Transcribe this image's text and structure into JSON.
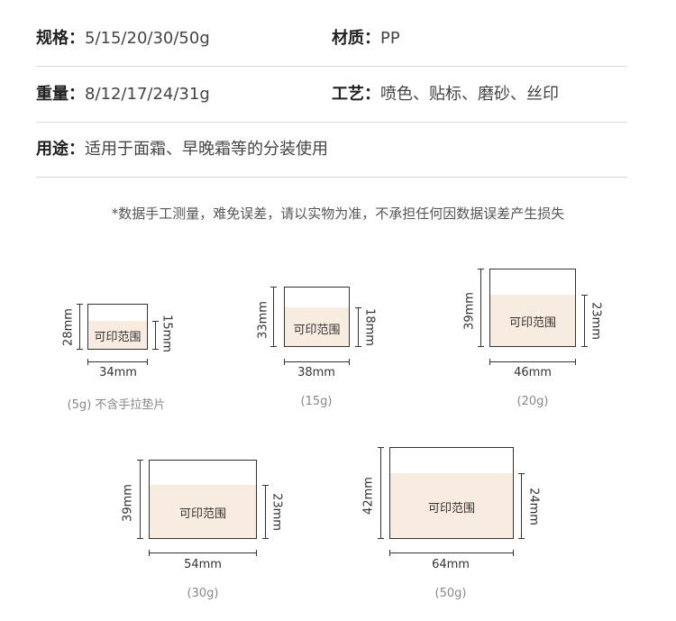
{
  "specs": [
    {
      "label": "规格：",
      "value": "5/15/20/30/50g"
    },
    {
      "label": "材质：",
      "value": "PP"
    },
    {
      "label": "重量：",
      "value": "8/12/17/24/31g"
    },
    {
      "label": "工艺：",
      "value": "喷色、贴标、磨砂、丝印"
    },
    {
      "label": "用途：",
      "value": "适用于面霜、早晚霜等的分装使用"
    }
  ],
  "note": "*数据手工测量，难免误差，请以实物为准，不承担任何因数据误差产生损失",
  "jars": [
    {
      "print_area": "可印范围",
      "height": "28mm",
      "print_height": "15mm",
      "width": "34mm",
      "caption": "(5g) 不含手拉垫片"
    },
    {
      "print_area": "可印范围",
      "height": "33mm",
      "print_height": "18mm",
      "width": "38mm",
      "caption": "(15g)"
    },
    {
      "print_area": "可印范围",
      "height": "39mm",
      "print_height": "23mm",
      "width": "46mm",
      "caption": "(20g)"
    },
    {
      "print_area": "可印范围",
      "height": "39mm",
      "print_height": "23mm",
      "width": "54mm",
      "caption": "(30g)"
    },
    {
      "print_area": "可印范围",
      "height": "42mm",
      "print_height": "24mm",
      "width": "64mm",
      "caption": "(50g)"
    }
  ]
}
